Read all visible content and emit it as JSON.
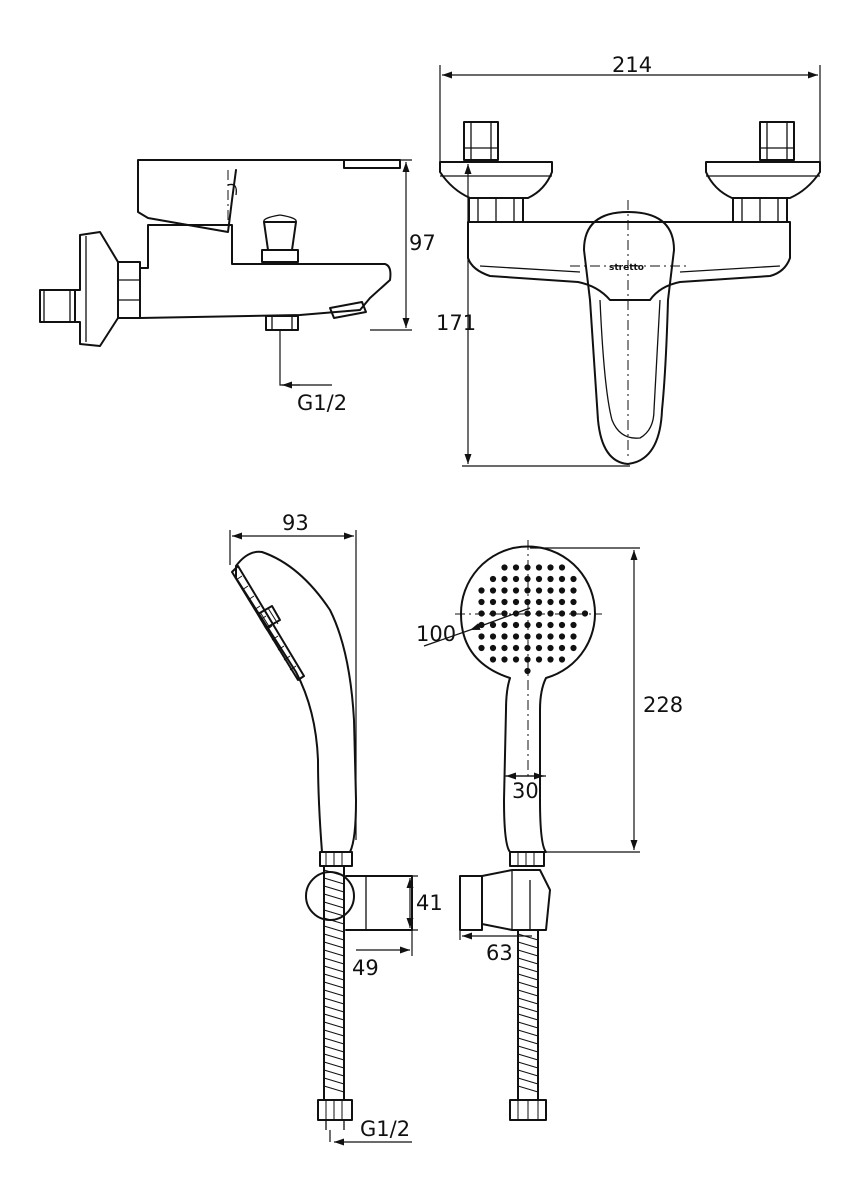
{
  "drawing": {
    "brand": "stretto",
    "mixer_side": {
      "height": "97",
      "connection": "G1/2"
    },
    "mixer_front": {
      "width": "214",
      "height": "171"
    },
    "handshower_side": {
      "length": "93",
      "holder_height": "41",
      "holder_depth": "49",
      "connection": "G1/2"
    },
    "handshower_front": {
      "head_diameter": "100",
      "total_length": "228",
      "handle_width": "30",
      "holder_width": "63"
    }
  }
}
